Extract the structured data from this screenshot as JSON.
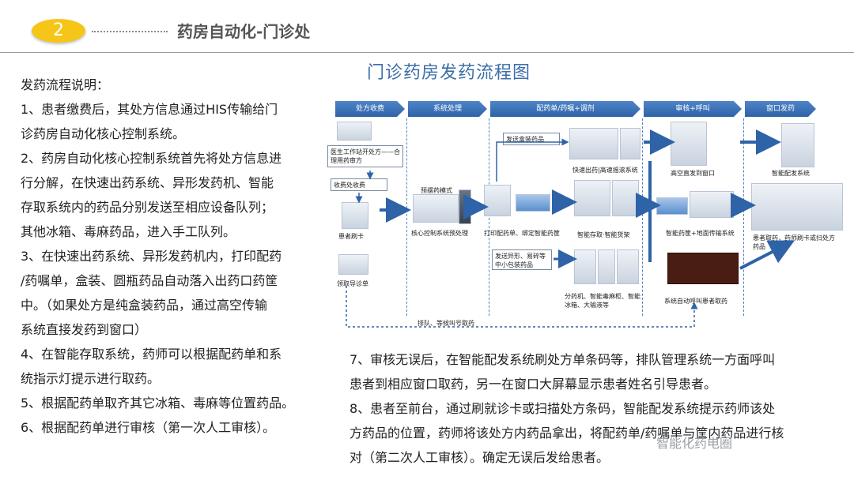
{
  "header": {
    "badge_number": "2",
    "title": "药房自动化-门诊处"
  },
  "left_text": [
    "发药流程说明：",
    "1、患者缴费后，其处方信息通过HIS传输给门",
    "诊药房自动化核心控制系统。",
    "2、药房自动化核心控制系统首先将处方信息进",
    "行分解，在快速出药系统、异形发药机、智能",
    "存取系统内的药品分别发送至相应设备队列；",
    "其他冰箱、毒麻药品，进入手工队列。",
    "3、在快速出药系统、异形发药机内，打印配药",
    "/药嘱单，盒装、圆瓶药品自动落入出药口药筐",
    "中。（如果处方是纯盒装药品，通过高空传输",
    "系统直接发药到窗口）",
    "4、在智能存取系统，药师可以根据配药单和系",
    "统指示灯提示进行取药。",
    "5、根据配药单取齐其它冰箱、毒麻等位置药品。",
    "6、根据配药单进行审核（第一次人工审核）。"
  ],
  "right_text": [
    "7、审核无误后，在智能配发系统刷处方单条码等，排队管理系统一方面呼叫",
    "患者到相应窗口取药，另一在窗口大屏幕显示患者姓名引导患者。",
    "8、患者至前台，通过刷就诊卡或扫描处方条码，智能配发系统提示药师该处",
    "方药品的位置，药师将该处方内药品拿出，将配药单/药嘱单与筐内药品进行核",
    "对（第二次人工审核）。确定无误后发给患者。"
  ],
  "diagram": {
    "title": "门诊药房发药流程图",
    "stages": [
      "处方收费",
      "系统处理",
      "配药单/药嘱+调剂",
      "审核+呼叫",
      "窗口发药"
    ],
    "labels": {
      "doctor": "医生工作站开处方——合理用药审方",
      "cashier": "收费处收费",
      "swipe": "患者刷卡",
      "guide": "领取导诊单",
      "predispense": "预摆药模式",
      "core": "核心控制系统预处理",
      "send_box": "发送盒装药品",
      "fast": "快速出药|高速摇滚系统",
      "print": "打印配药单、绑定智能药筐",
      "smart_store": "智能存取·智能货架",
      "special": "发送异形、易碎等中小包装药品",
      "machines": "分药机、智能毒麻柜、智能冰箱、大输液等",
      "queue": "排队、等候叫号取药",
      "highspeed": "高空直发到窗口",
      "basket": "智能药筐+地面传输系统",
      "call": "系统自动呼叫患者取药",
      "smart_dispense": "智能配发系统",
      "patient_take": "患者取药，药师刷卡或扫处方药品"
    }
  },
  "watermark": "智能化药电圈"
}
